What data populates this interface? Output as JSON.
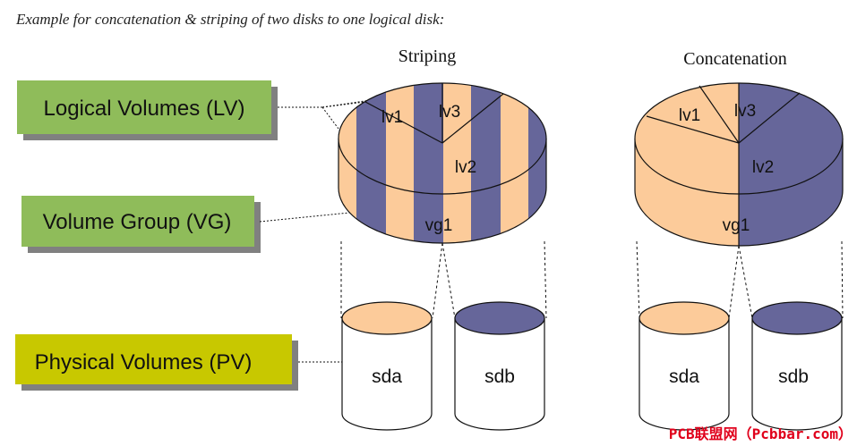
{
  "caption": "Example for concatenation & striping of two disks to one logical disk:",
  "striping": {
    "title": "Striping",
    "lv1": "lv1",
    "lv2": "lv2",
    "lv3": "lv3",
    "vg": "vg1",
    "sda": "sda",
    "sdb": "sdb"
  },
  "concatenation": {
    "title": "Concatenation",
    "lv1": "lv1",
    "lv2": "lv2",
    "lv3": "lv3",
    "vg": "vg1",
    "sda": "sda",
    "sdb": "sdb"
  },
  "legend": {
    "lv": "Logical Volumes (LV)",
    "vg": "Volume Group (VG)",
    "pv": "Physical Volumes (PV)"
  },
  "watermark": "PCB联盟网（Pcbbar.com）",
  "colors": {
    "peach": "#FCCB9A",
    "slate": "#66669A",
    "green_box": "#8FBC5A",
    "yellow_box": "#C8C800",
    "shadow": "#808080",
    "watermark": "#E0001B"
  }
}
